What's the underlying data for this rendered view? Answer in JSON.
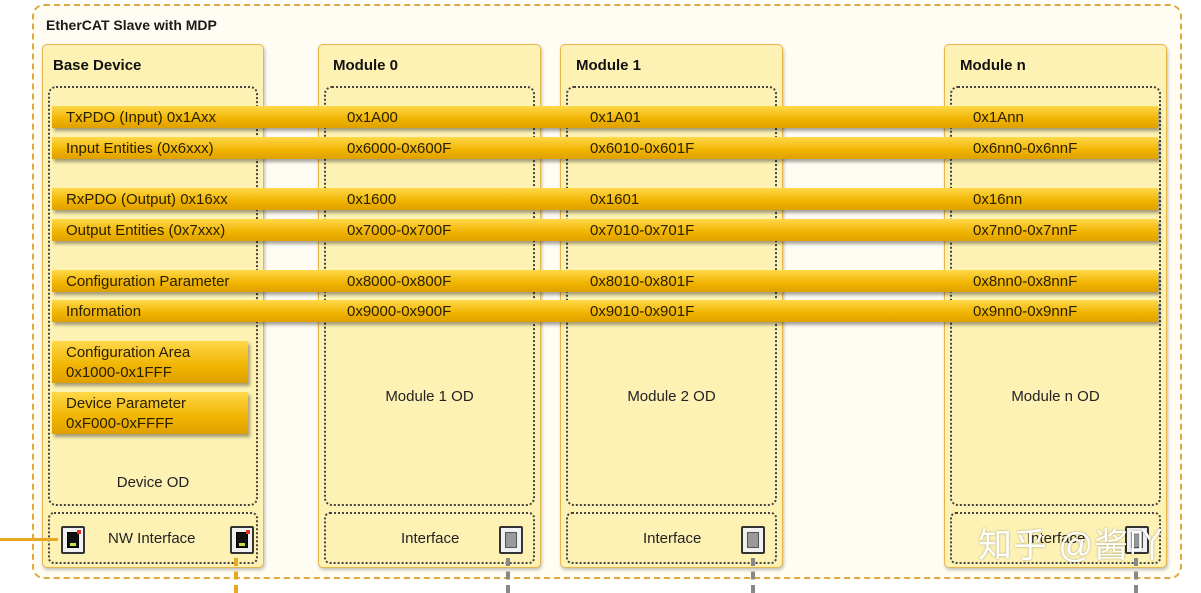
{
  "diagram": {
    "title": "EtherCAT Slave with MDP"
  },
  "columns": {
    "base": {
      "title": "Base Device",
      "od_label": "Device OD",
      "interface_label": "NW Interface"
    },
    "m0": {
      "title": "Module  0",
      "od_label": "Module 1 OD",
      "interface_label": "Interface"
    },
    "m1": {
      "title": "Module  1",
      "od_label": "Module 2 OD",
      "interface_label": "Interface"
    },
    "mn": {
      "title": "Module  n",
      "od_label": "Module n OD",
      "interface_label": "Interface"
    }
  },
  "rows": [
    {
      "label": "TxPDO (Input) 0x1Axx",
      "m0": "0x1A00",
      "m1": "0x1A01",
      "mn": "0x1Ann"
    },
    {
      "label": "Input Entities (0x6xxx)",
      "m0": "0x6000-0x600F",
      "m1": "0x6010-0x601F",
      "mn": "0x6nn0-0x6nnF"
    },
    {
      "label": "RxPDO (Output) 0x16xx",
      "m0": "0x1600",
      "m1": "0x1601",
      "mn": "0x16nn"
    },
    {
      "label": "Output Entities (0x7xxx)",
      "m0": "0x7000-0x700F",
      "m1": "0x7010-0x701F",
      "mn": "0x7nn0-0x7nnF"
    },
    {
      "label": "Configuration Parameter",
      "m0": "0x8000-0x800F",
      "m1": "0x8010-0x801F",
      "mn": "0x8nn0-0x8nnF"
    },
    {
      "label": "Information",
      "m0": "0x9000-0x900F",
      "m1": "0x9010-0x901F",
      "mn": "0x9nn0-0x9nnF"
    }
  ],
  "base_boxes": [
    {
      "line1": "Configuration Area",
      "line2": "0x1000-0x1FFF"
    },
    {
      "line1": "Device Parameter",
      "line2": "0xF000-0xFFFF"
    }
  ],
  "watermark": "知乎 @酱吖",
  "colors": {
    "bar": "#f0b400",
    "column_fill": "#fdf2b4",
    "outer_border": "#e0a940"
  }
}
